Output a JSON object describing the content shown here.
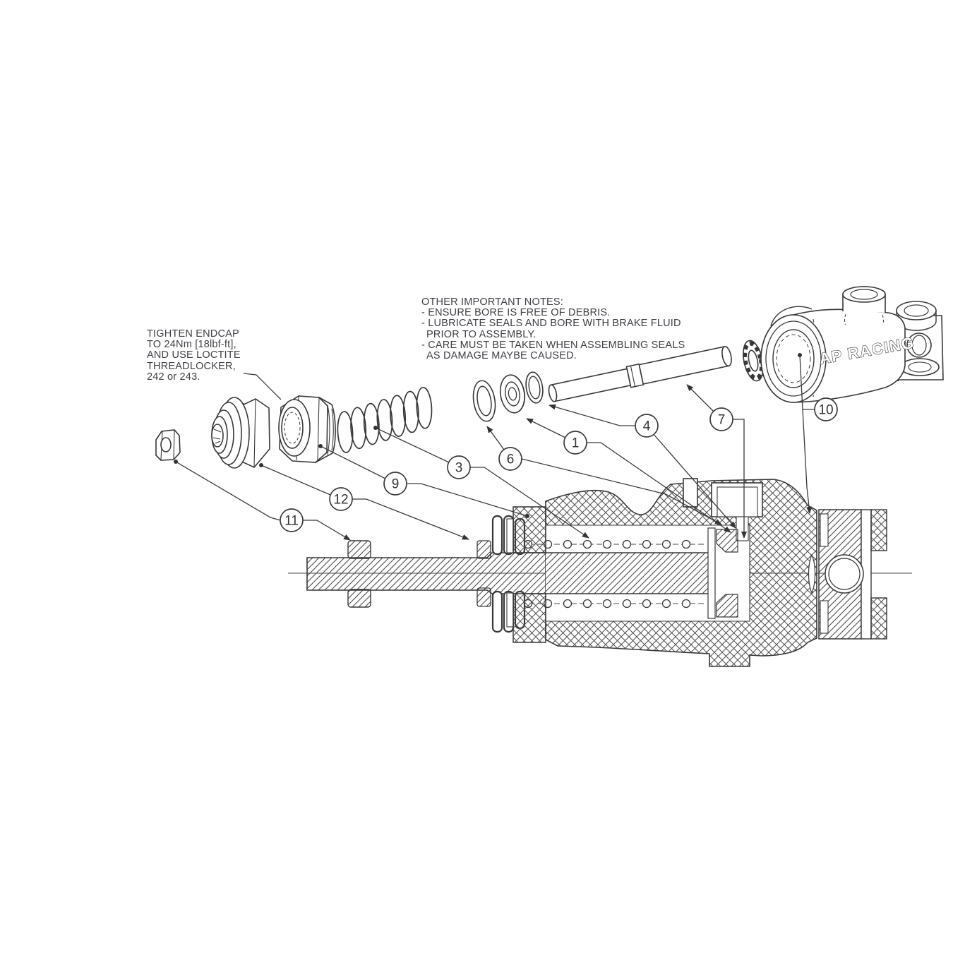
{
  "torque_note": {
    "lines": [
      "TIGHTEN ENDCAP",
      "TO 24Nm [18lbf-ft],",
      "AND USE LOCTITE",
      "THREADLOCKER,",
      "242 or 243."
    ]
  },
  "notes": {
    "heading": "OTHER IMPORTANT NOTES:",
    "lines": [
      "- ENSURE BORE IS FREE OF DEBRIS.",
      "- LUBRICATE SEALS AND BORE WITH BRAKE FLUID",
      "PRIOR TO ASSEMBLY.",
      "- CARE MUST BE TAKEN WHEN ASSEMBLING SEALS",
      "AS DAMAGE MAYBE CAUSED."
    ]
  },
  "logo": "AP RACING",
  "callouts": [
    {
      "number": "11"
    },
    {
      "number": "12"
    },
    {
      "number": "9"
    },
    {
      "number": "3"
    },
    {
      "number": "6"
    },
    {
      "number": "1"
    },
    {
      "number": "4"
    },
    {
      "number": "7"
    },
    {
      "number": "10"
    }
  ],
  "colors": {
    "line": "#383838",
    "text": "#3f3f45",
    "background": "#ffffff"
  }
}
